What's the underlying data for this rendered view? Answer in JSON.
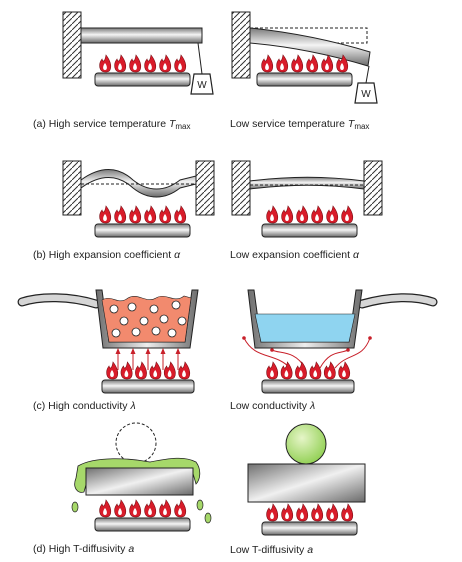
{
  "captions": {
    "a_left": {
      "text": "(a) High service temperature ",
      "symbol": "T",
      "sub": "max"
    },
    "a_right": {
      "text": "Low service temperature ",
      "symbol": "T",
      "sub": "max"
    },
    "b_left": {
      "text": "(b) High expansion coefficient ",
      "symbol": "α"
    },
    "b_right": {
      "text": "Low expansion coefficient ",
      "symbol": "α"
    },
    "c_left": {
      "text": "(c) High conductivity ",
      "symbol": "λ"
    },
    "c_right": {
      "text": "Low conductivity ",
      "symbol": "λ"
    },
    "d_left": {
      "text": "(d) High T-diffusivity ",
      "symbol": "a"
    },
    "d_right": {
      "text": "Low T-diffusivity ",
      "symbol": "a"
    }
  },
  "weights": {
    "left": "W",
    "right": "W"
  },
  "colors": {
    "flame_outer": "#d81c2a",
    "flame_inner": "#ffffff",
    "hot_liquid": "#f28a6e",
    "cold_liquid": "#8fd4f0",
    "green_blob": "#a6d86a",
    "arrow": "#c8202a",
    "steel_dark": "#6e6e6e",
    "steel_light": "#ececec"
  }
}
